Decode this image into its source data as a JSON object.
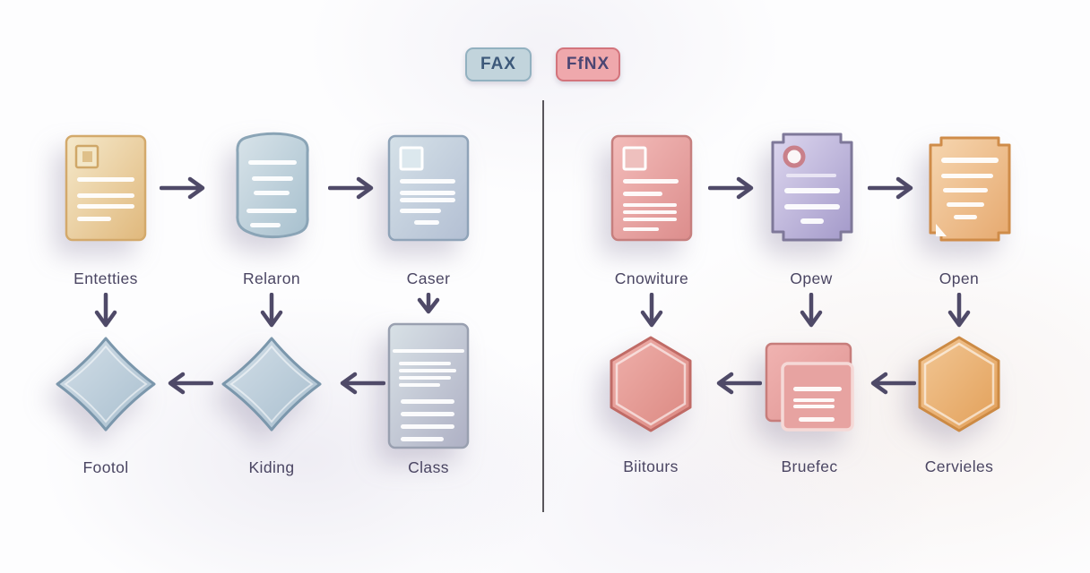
{
  "badges": [
    {
      "label": "FAX",
      "fill": "#c2d4dc",
      "border": "#92b1c0",
      "text_color": "#3d597a"
    },
    {
      "label": "FfNX",
      "fill": "#efa8ac",
      "border": "#d3747c",
      "text_color": "#4c4673"
    }
  ],
  "left_panel": {
    "top_row": [
      {
        "label": "Entetties",
        "shape": "document",
        "color": "#e9c88f"
      },
      {
        "label": "Relaron",
        "shape": "document-curled",
        "color": "#b9cdd8"
      },
      {
        "label": "Caser",
        "shape": "document",
        "color": "#bfd0da"
      }
    ],
    "bottom_row": [
      {
        "label": "Footol",
        "shape": "diamond",
        "color": "#b8cbd8"
      },
      {
        "label": "Kiding",
        "shape": "diamond",
        "color": "#b8cbd8"
      },
      {
        "label": "Class",
        "shape": "document-detailed",
        "color": "#c3ccd4"
      }
    ],
    "flows": [
      {
        "from": "Entetties",
        "to": "Relaron",
        "direction": "right"
      },
      {
        "from": "Relaron",
        "to": "Caser",
        "direction": "right"
      },
      {
        "from": "Entetties",
        "to": "Footol",
        "direction": "down"
      },
      {
        "from": "Relaron",
        "to": "Kiding",
        "direction": "down"
      },
      {
        "from": "Caser",
        "to": "Class",
        "direction": "down"
      },
      {
        "from": "Class",
        "to": "Kiding",
        "direction": "left"
      },
      {
        "from": "Kiding",
        "to": "Footol",
        "direction": "left"
      }
    ]
  },
  "right_panel": {
    "top_row": [
      {
        "label": "Cnowiture",
        "shape": "document",
        "color": "#e8a3a2"
      },
      {
        "label": "Opew",
        "shape": "certificate-seal",
        "color": "#b6abd5"
      },
      {
        "label": "Open",
        "shape": "certificate",
        "color": "#eebd88"
      }
    ],
    "bottom_row": [
      {
        "label": "Biitours",
        "shape": "hexagon",
        "color": "#e59a94"
      },
      {
        "label": "Bruefec",
        "shape": "stacked-documents",
        "color": "#e8a3a1"
      },
      {
        "label": "Cervieles",
        "shape": "hexagon",
        "color": "#ecb276"
      }
    ],
    "flows": [
      {
        "from": "Cnowiture",
        "to": "Opew",
        "direction": "right"
      },
      {
        "from": "Opew",
        "to": "Open",
        "direction": "right"
      },
      {
        "from": "Cnowiture",
        "to": "Biitours",
        "direction": "down"
      },
      {
        "from": "Opew",
        "to": "Bruefec",
        "direction": "down"
      },
      {
        "from": "Open",
        "to": "Cervieles",
        "direction": "down"
      },
      {
        "from": "Cervieles",
        "to": "Bruefec",
        "direction": "left"
      },
      {
        "from": "Bruefec",
        "to": "Biitours",
        "direction": "left"
      }
    ]
  },
  "colors": {
    "arrow": "#4f4a68",
    "label_text": "#4a4562",
    "divider": "#59565b",
    "background": "#fdfdfe"
  }
}
